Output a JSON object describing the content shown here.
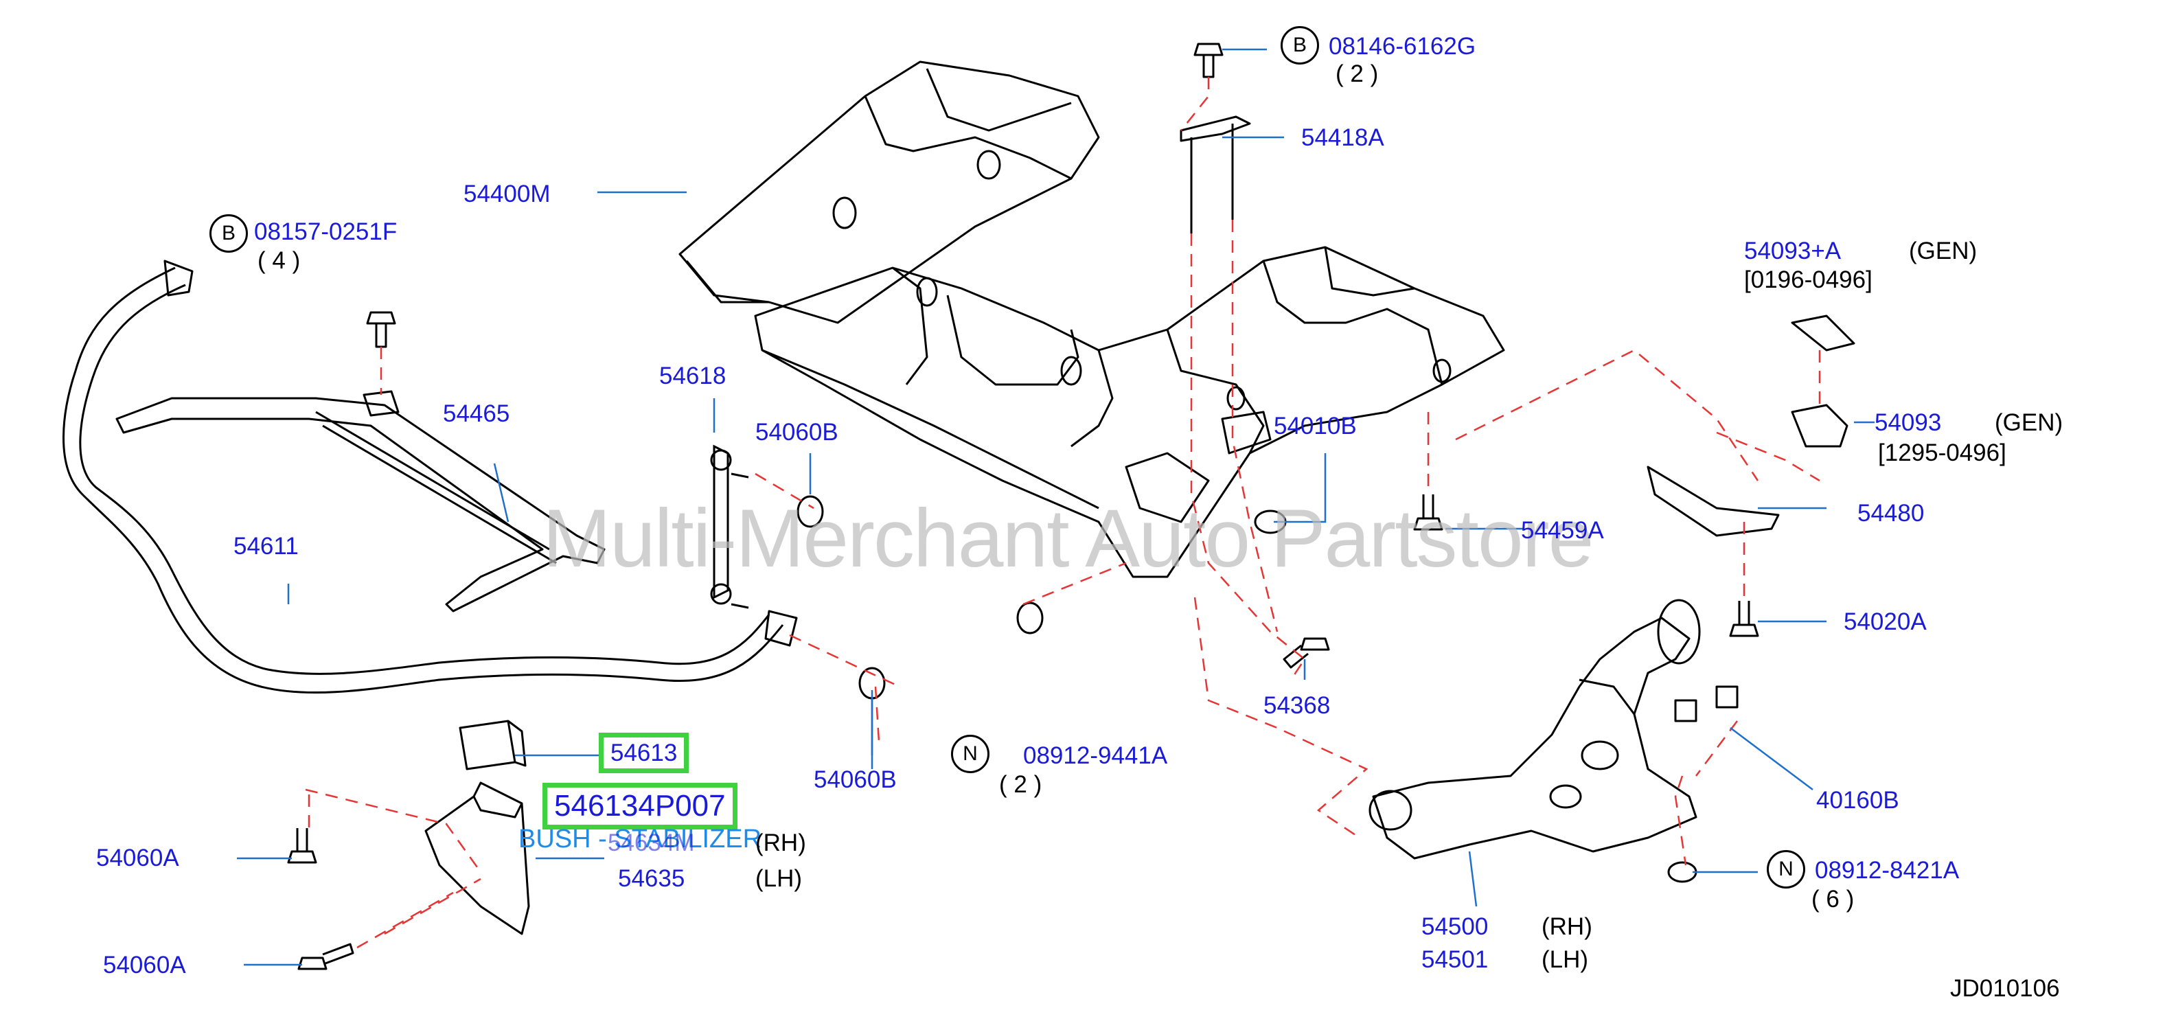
{
  "watermark": "Multi-Merchant Auto Partstore",
  "diagram_ref": "JD010106",
  "parts": {
    "p54400M": "54400M",
    "p08157": "08157-0251F",
    "p08157_qty": "( 4 )",
    "p54465": "54465",
    "p54611": "54611",
    "p54618": "54618",
    "p54060B_top": "54060B",
    "p54060B_bot": "54060B",
    "p54613": "54613",
    "p546134P007": "546134P007",
    "bush_stabilizer": "BUSH - STABILIZER",
    "p54634M": "54634M",
    "p54635": "54635",
    "rh_left": "(RH)",
    "lh_left": "(LH)",
    "p54060A_top": "54060A",
    "p54060A_bot": "54060A",
    "p08912_9441A": "08912-9441A",
    "p08912_9441A_qty": "( 2 )",
    "p08146": "08146-6162G",
    "p08146_qty": "( 2 )",
    "p54418A": "54418A",
    "p54010B": "54010B",
    "p54459A": "54459A",
    "p54368": "54368",
    "p54093A": "54093+A",
    "gen_a": "(GEN)",
    "range_a": "[0196-0496]",
    "p54093": "54093",
    "gen_b": "(GEN)",
    "range_b": "[1295-0496]",
    "p54480": "54480",
    "p54020A": "54020A",
    "p40160B": "40160B",
    "p08912_8421A": "08912-8421A",
    "p08912_8421A_qty": "( 6 )",
    "p54500": "54500",
    "rh_right": "(RH)",
    "p54501": "54501",
    "lh_right": "(LH)"
  },
  "badges": {
    "b1": "B",
    "b2": "B",
    "n1": "N",
    "n2": "N"
  }
}
